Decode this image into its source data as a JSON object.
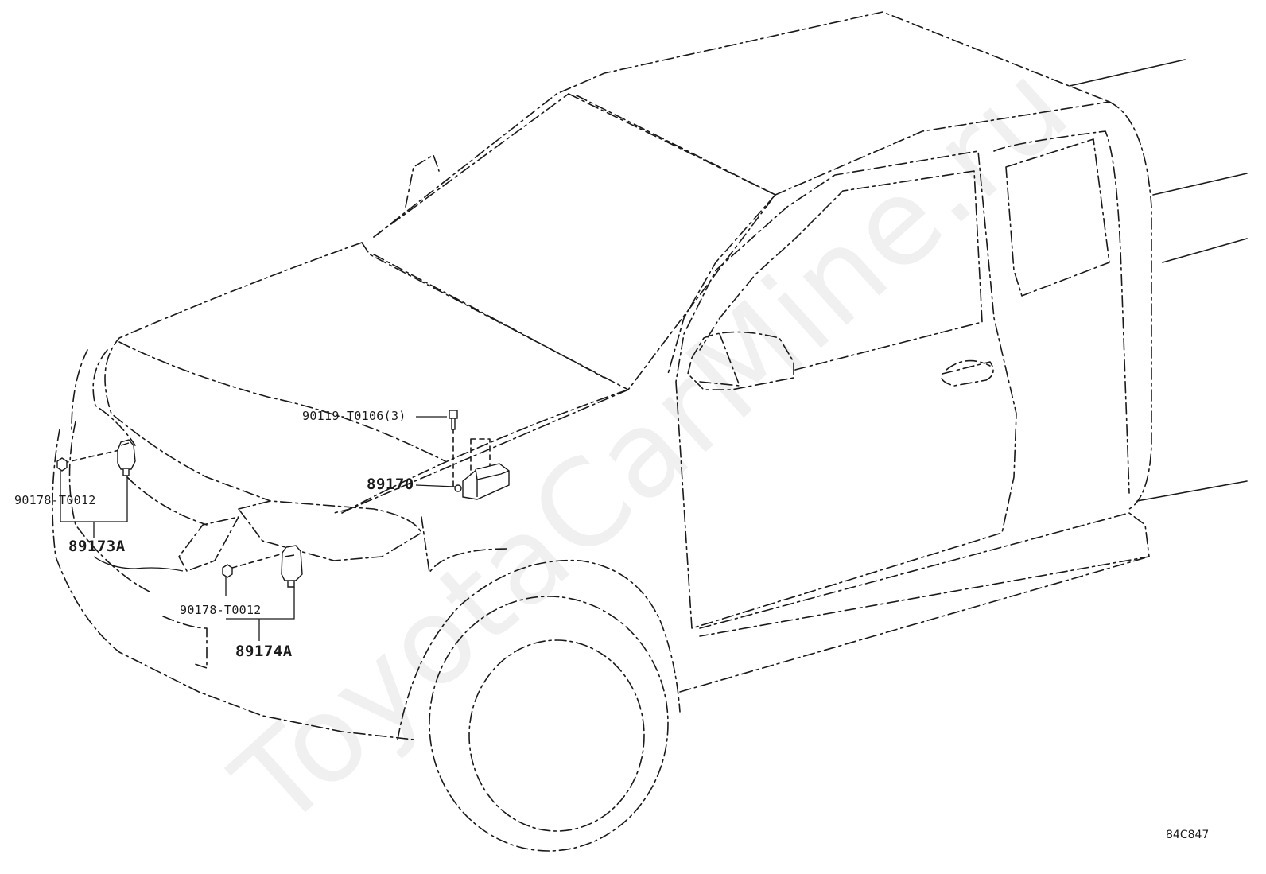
{
  "labels": {
    "bolt_part": "90119-T0106(3)",
    "sensor_center": "89170",
    "nut_left": "90178-T0012",
    "sensor_left": "89173A",
    "nut_right": "90178-T0012",
    "sensor_right": "89174A"
  },
  "diagram_code": "84C847",
  "watermark": "ToyotaCarMine.ru"
}
